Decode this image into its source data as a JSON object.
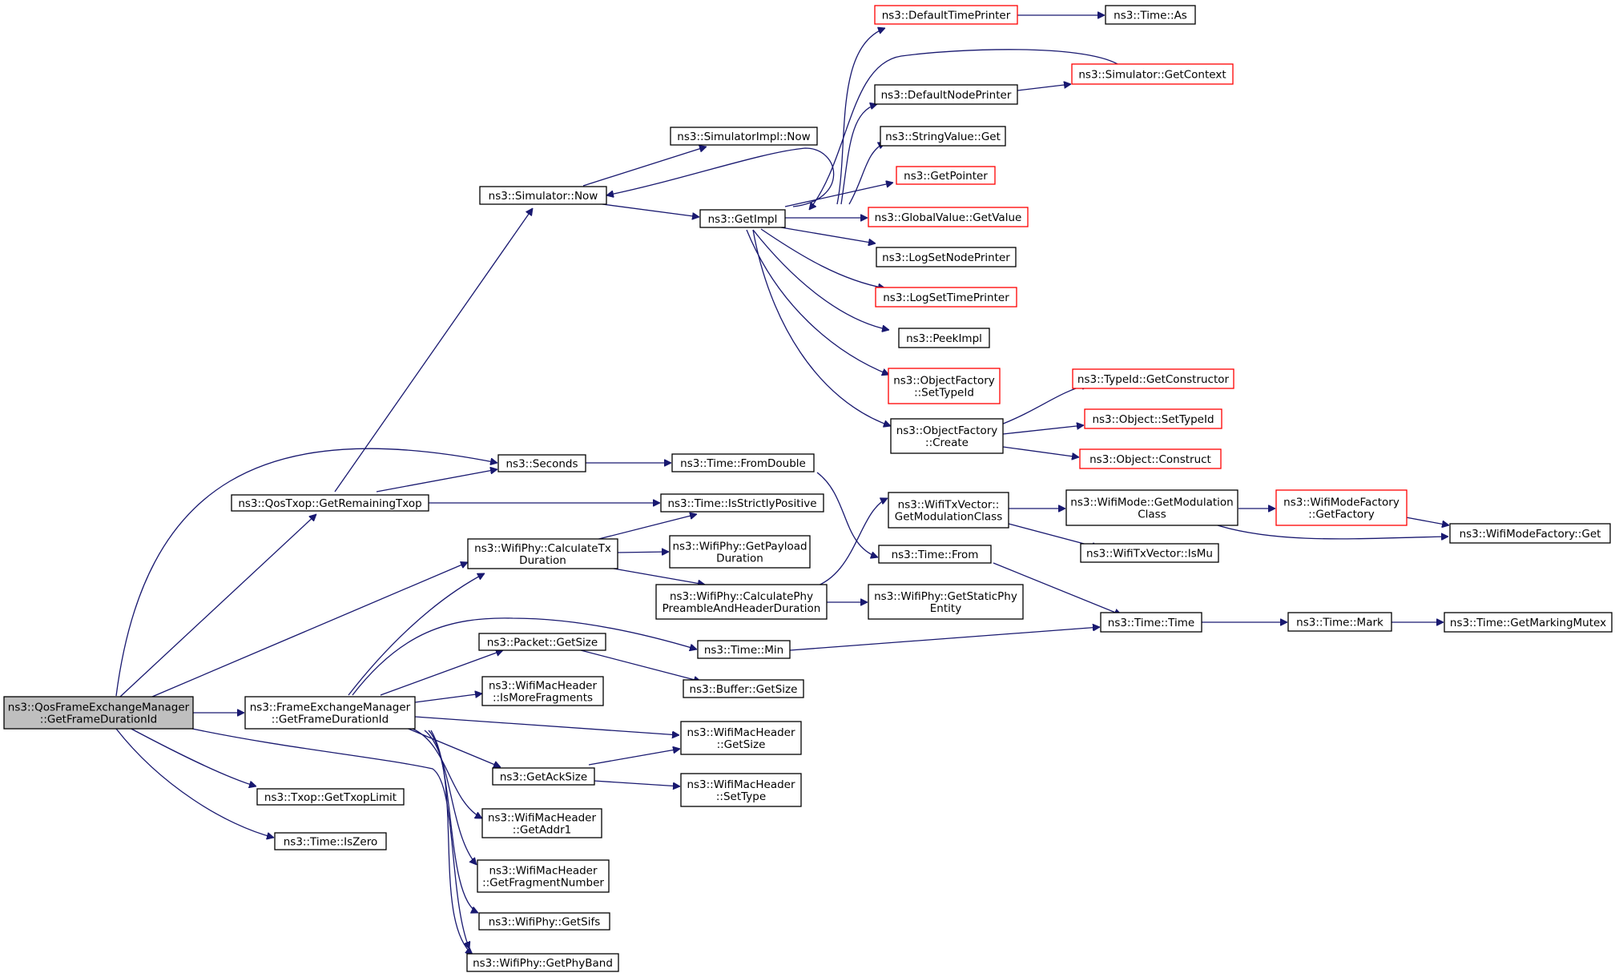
{
  "colors": {
    "edge": "#191970",
    "border": "#000000",
    "highlight_border": "#ff0000",
    "root_fill": "#bfbfbf",
    "fill": "#ffffff"
  },
  "nodes": [
    {
      "id": "root",
      "lines": [
        "ns3::QosFrameExchangeManager",
        "::GetFrameDurationId"
      ],
      "style": "root"
    },
    {
      "id": "fem",
      "lines": [
        "ns3::FrameExchangeManager",
        "::GetFrameDurationId"
      ],
      "style": "normal"
    },
    {
      "id": "qostxop",
      "lines": [
        "ns3::QosTxop::GetRemainingTxop"
      ],
      "style": "normal"
    },
    {
      "id": "txoplimit",
      "lines": [
        "ns3::Txop::GetTxopLimit"
      ],
      "style": "normal"
    },
    {
      "id": "iszero",
      "lines": [
        "ns3::Time::IsZero"
      ],
      "style": "normal"
    },
    {
      "id": "simnow",
      "lines": [
        "ns3::Simulator::Now"
      ],
      "style": "normal"
    },
    {
      "id": "seconds",
      "lines": [
        "ns3::Seconds"
      ],
      "style": "normal"
    },
    {
      "id": "calctx",
      "lines": [
        "ns3::WifiPhy::CalculateTx",
        "Duration"
      ],
      "style": "normal"
    },
    {
      "id": "pktsize",
      "lines": [
        "ns3::Packet::GetSize"
      ],
      "style": "normal"
    },
    {
      "id": "ismorefrag",
      "lines": [
        "ns3::WifiMacHeader",
        "::IsMoreFragments"
      ],
      "style": "normal"
    },
    {
      "id": "getacksize",
      "lines": [
        "ns3::GetAckSize"
      ],
      "style": "normal"
    },
    {
      "id": "getaddr1",
      "lines": [
        "ns3::WifiMacHeader",
        "::GetAddr1"
      ],
      "style": "normal"
    },
    {
      "id": "fragnum",
      "lines": [
        "ns3::WifiMacHeader",
        "::GetFragmentNumber"
      ],
      "style": "normal"
    },
    {
      "id": "getsifs",
      "lines": [
        "ns3::WifiPhy::GetSifs"
      ],
      "style": "normal"
    },
    {
      "id": "phyband",
      "lines": [
        "ns3::WifiPhy::GetPhyBand"
      ],
      "style": "normal"
    },
    {
      "id": "simimplnow",
      "lines": [
        "ns3::SimulatorImpl::Now"
      ],
      "style": "normal"
    },
    {
      "id": "getimpl",
      "lines": [
        "ns3::GetImpl"
      ],
      "style": "normal"
    },
    {
      "id": "fromdouble",
      "lines": [
        "ns3::Time::FromDouble"
      ],
      "style": "normal"
    },
    {
      "id": "isstrictpos",
      "lines": [
        "ns3::Time::IsStrictlyPositive"
      ],
      "style": "normal"
    },
    {
      "id": "payload",
      "lines": [
        "ns3::WifiPhy::GetPayload",
        "Duration"
      ],
      "style": "normal"
    },
    {
      "id": "calcphy",
      "lines": [
        "ns3::WifiPhy::CalculatePhy",
        "PreambleAndHeaderDuration"
      ],
      "style": "normal"
    },
    {
      "id": "timemin",
      "lines": [
        "ns3::Time::Min"
      ],
      "style": "normal"
    },
    {
      "id": "buffersize",
      "lines": [
        "ns3::Buffer::GetSize"
      ],
      "style": "normal"
    },
    {
      "id": "machdrsize",
      "lines": [
        "ns3::WifiMacHeader",
        "::GetSize"
      ],
      "style": "normal"
    },
    {
      "id": "settype",
      "lines": [
        "ns3::WifiMacHeader",
        "::SetType"
      ],
      "style": "normal"
    },
    {
      "id": "deftimeprinter",
      "lines": [
        "ns3::DefaultTimePrinter"
      ],
      "style": "red"
    },
    {
      "id": "defnodeprinter",
      "lines": [
        "ns3::DefaultNodePrinter"
      ],
      "style": "normal"
    },
    {
      "id": "stringget",
      "lines": [
        "ns3::StringValue::Get"
      ],
      "style": "normal"
    },
    {
      "id": "getpointer",
      "lines": [
        "ns3::GetPointer"
      ],
      "style": "red"
    },
    {
      "id": "globalval",
      "lines": [
        "ns3::GlobalValue::GetValue"
      ],
      "style": "red"
    },
    {
      "id": "lognode",
      "lines": [
        "ns3::LogSetNodePrinter"
      ],
      "style": "normal"
    },
    {
      "id": "logtime",
      "lines": [
        "ns3::LogSetTimePrinter"
      ],
      "style": "red"
    },
    {
      "id": "peekimpl",
      "lines": [
        "ns3::PeekImpl"
      ],
      "style": "normal"
    },
    {
      "id": "ofsettypeid",
      "lines": [
        "ns3::ObjectFactory",
        "::SetTypeId"
      ],
      "style": "red"
    },
    {
      "id": "ofcreate",
      "lines": [
        "ns3::ObjectFactory",
        "::Create"
      ],
      "style": "normal"
    },
    {
      "id": "modclass",
      "lines": [
        "ns3::WifiTxVector::",
        "GetModulationClass"
      ],
      "style": "normal"
    },
    {
      "id": "timefrom",
      "lines": [
        "ns3::Time::From"
      ],
      "style": "normal"
    },
    {
      "id": "staticphy",
      "lines": [
        "ns3::WifiPhy::GetStaticPhy",
        "Entity"
      ],
      "style": "normal"
    },
    {
      "id": "timeas",
      "lines": [
        "ns3::Time::As"
      ],
      "style": "normal"
    },
    {
      "id": "getcontext",
      "lines": [
        "ns3::Simulator::GetContext"
      ],
      "style": "red"
    },
    {
      "id": "getctor",
      "lines": [
        "ns3::TypeId::GetConstructor"
      ],
      "style": "red"
    },
    {
      "id": "objsettypeid",
      "lines": [
        "ns3::Object::SetTypeId"
      ],
      "style": "red"
    },
    {
      "id": "objconstruct",
      "lines": [
        "ns3::Object::Construct"
      ],
      "style": "red"
    },
    {
      "id": "modegetmod",
      "lines": [
        "ns3::WifiMode::GetModulation",
        "Class"
      ],
      "style": "normal"
    },
    {
      "id": "ismu",
      "lines": [
        "ns3::WifiTxVector::IsMu"
      ],
      "style": "normal"
    },
    {
      "id": "timetime",
      "lines": [
        "ns3::Time::Time"
      ],
      "style": "normal"
    },
    {
      "id": "getfactory",
      "lines": [
        "ns3::WifiModeFactory",
        "::GetFactory"
      ],
      "style": "red"
    },
    {
      "id": "timemark",
      "lines": [
        "ns3::Time::Mark"
      ],
      "style": "normal"
    },
    {
      "id": "wmfget",
      "lines": [
        "ns3::WifiModeFactory::Get"
      ],
      "style": "normal"
    },
    {
      "id": "markmutex",
      "lines": [
        "ns3::Time::GetMarkingMutex"
      ],
      "style": "normal"
    }
  ]
}
